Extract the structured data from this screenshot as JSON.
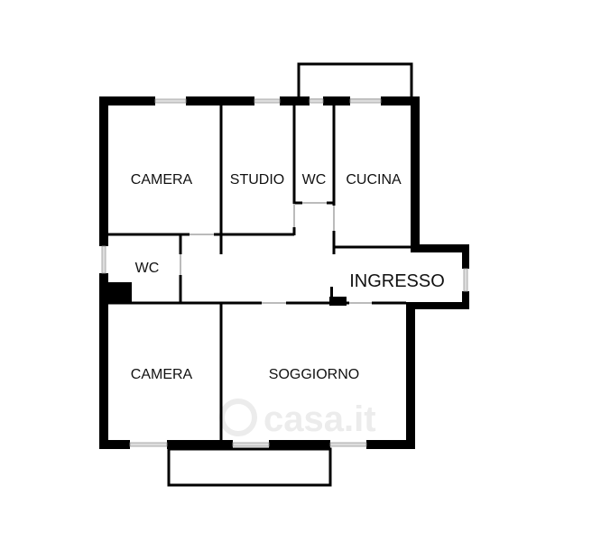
{
  "rooms": {
    "camera_top": "CAMERA",
    "studio": "STUDIO",
    "wc_top": "WC",
    "cucina": "CUCINA",
    "wc_left": "WC",
    "ingresso": "INGRESSO",
    "camera_bottom": "CAMERA",
    "soggiorno": "SOGGIORNO"
  },
  "watermark": "casa.it",
  "colors": {
    "wall": "#000000",
    "window": "#cccccc",
    "watermark": "#ececec"
  }
}
